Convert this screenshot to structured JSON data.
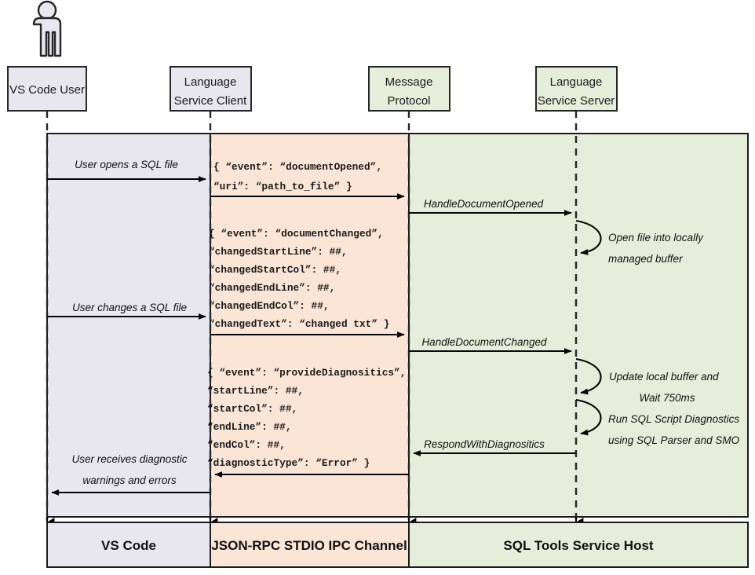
{
  "diagram": {
    "title": "SQL Tools Service Language Protocol Sequence",
    "actor": {
      "name": "actor-figure"
    },
    "colors": {
      "lane_vscode": "#e8e6ef",
      "lane_ipc": "#fbe5d6",
      "lane_service": "#e6edda",
      "stroke": "#262626"
    },
    "lifelines": [
      {
        "id": "vscode-user",
        "line1": "VS Code User",
        "line2": ""
      },
      {
        "id": "language-service-client",
        "line1": "Language",
        "line2": "Service Client"
      },
      {
        "id": "message-protocol",
        "line1": "Message",
        "line2": "Protocol"
      },
      {
        "id": "language-service-server",
        "line1": "Language",
        "line2": "Service Server"
      }
    ],
    "legend": [
      {
        "id": "legend-vs-code",
        "label": "VS Code"
      },
      {
        "id": "legend-json-rpc",
        "label": "JSON-RPC STDIO IPC Channel"
      },
      {
        "id": "legend-sql-tools",
        "label": "SQL Tools Service Host"
      }
    ],
    "messages": [
      {
        "id": "msg-user-opens",
        "lines": [
          "User opens a SQL file"
        ]
      },
      {
        "id": "msg-handle-document-opened",
        "lines": [
          "HandleDocumentOpened"
        ]
      },
      {
        "id": "msg-user-changes",
        "lines": [
          "User changes a SQL file"
        ]
      },
      {
        "id": "msg-handle-document-changed",
        "lines": [
          "HandleDocumentChanged"
        ]
      },
      {
        "id": "msg-respond-with-diagnostics",
        "lines": [
          "RespondWithDiagnositics"
        ]
      },
      {
        "id": "msg-user-receives",
        "lines": [
          "User receives diagnostic",
          "warnings and errors"
        ]
      }
    ],
    "payloads": [
      {
        "id": "payload-document-opened",
        "lines": [
          "{ “event”: “documentOpened”,",
          "   “uri”: “path_to_file” }"
        ]
      },
      {
        "id": "payload-document-changed",
        "lines": [
          "{ “event”: “documentChanged”,",
          "   “changedStartLine”: ##,",
          "   “changedStartCol”: ##,",
          "   “changedEndLine”: ##,",
          "   “changedEndCol”: ##,",
          "   “changedText”: “changed txt” }"
        ]
      },
      {
        "id": "payload-provide-diagnostics",
        "lines": [
          "{ “event”: “provideDiagnositics”,",
          "   “startLine”: ##,",
          "   “startCol”: ##,",
          "   “endLine”: ##,",
          "   “endCol”: ##,",
          "   “diagnosticType”: “Error” }"
        ]
      }
    ],
    "notes": [
      {
        "id": "note-open-file",
        "lines": [
          "Open file into locally",
          "managed buffer"
        ]
      },
      {
        "id": "note-update-buffer",
        "lines": [
          "Update local buffer and",
          "Wait 750ms"
        ]
      },
      {
        "id": "note-run-diagnostics",
        "lines": [
          "Run SQL Script Diagnostics",
          "using SQL Parser and SMO"
        ]
      }
    ]
  }
}
